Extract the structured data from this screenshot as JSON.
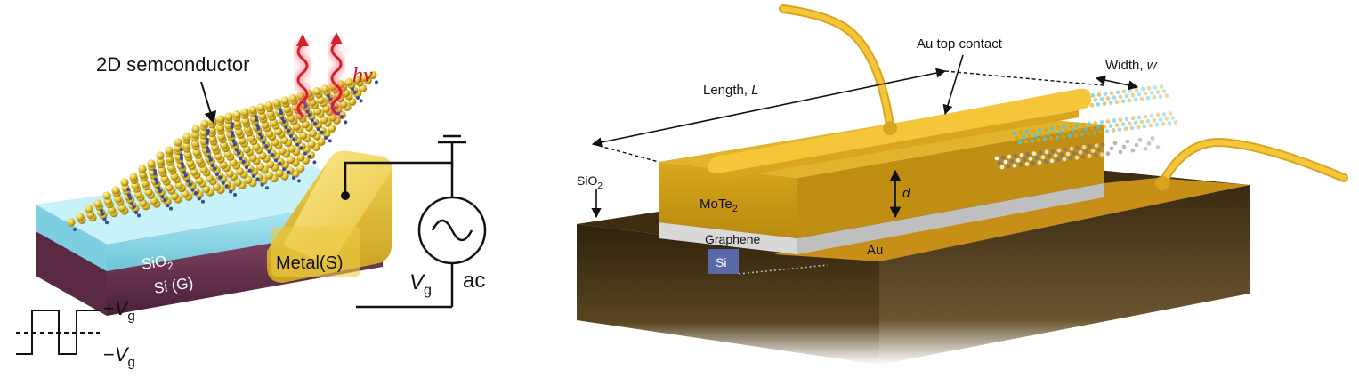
{
  "left_panel": {
    "semiconductor_label": "2D semconductor",
    "photon_label": "hν",
    "metal_label": "Metal(S)",
    "sio2_label": {
      "main": "SiO",
      "sub": "2"
    },
    "si_label": "Si (G)",
    "vg_label": {
      "main": "V",
      "sub": "g"
    },
    "ac_label": "ac",
    "plus_vg": {
      "sign": "+",
      "main": "V",
      "sub": "g"
    },
    "minus_vg": {
      "sign": "−",
      "main": "V",
      "sub": "g"
    }
  },
  "right_panel": {
    "au_top_contact_label": "Au top contact",
    "length_label": {
      "text": "Length, ",
      "var": "L"
    },
    "width_label": {
      "text": "Width, ",
      "var": "w"
    },
    "d_label": "d",
    "sio2_label": {
      "main": "SiO",
      "sub": "2"
    },
    "mote2_label": {
      "main": "MoTe",
      "sub": "2"
    },
    "graphene_label": "Graphene",
    "si_label": "Si",
    "au_label": "Au"
  },
  "colors": {
    "photon_red": "#d4202a",
    "gold": "#e9c43a",
    "mote2_gold": "#c99a18",
    "substrate_dark": "#3a2a10",
    "sio2_cyan": "#8fd8e8",
    "si_purple": "#6b3550",
    "si_block_blue": "#5a6aa8"
  }
}
